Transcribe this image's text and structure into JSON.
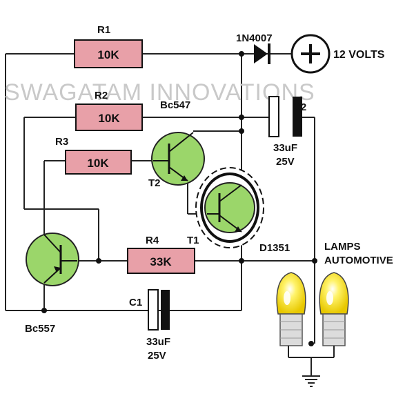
{
  "watermark": "SWAGATAM INNOVATIONS",
  "supply": {
    "label": "12 VOLTS",
    "diode": "1N4007"
  },
  "resistors": {
    "r1": {
      "name": "R1",
      "value": "10K"
    },
    "r2": {
      "name": "R2",
      "value": "10K"
    },
    "r3": {
      "name": "R3",
      "value": "10K"
    },
    "r4": {
      "name": "R4",
      "value": "33K"
    }
  },
  "capacitors": {
    "c1": {
      "name": "C1",
      "value": "33uF",
      "voltage": "25V"
    },
    "c2": {
      "name": "C2",
      "value": "33uF",
      "voltage": "25V"
    }
  },
  "transistors": {
    "t1": {
      "name": "T1",
      "part": "D1351"
    },
    "t2": {
      "name": "T2",
      "part": "Bc547"
    },
    "t3": {
      "part": "Bc557"
    }
  },
  "load": {
    "line1": "LAMPS",
    "line2": "AUTOMOTIVE"
  },
  "colors": {
    "resistor_fill": "#e8a0a8",
    "transistor_fill": "#9bd66a",
    "lamp_glass": "#f6e31c",
    "lamp_base": "#dcdcdc",
    "wire": "#222222"
  }
}
